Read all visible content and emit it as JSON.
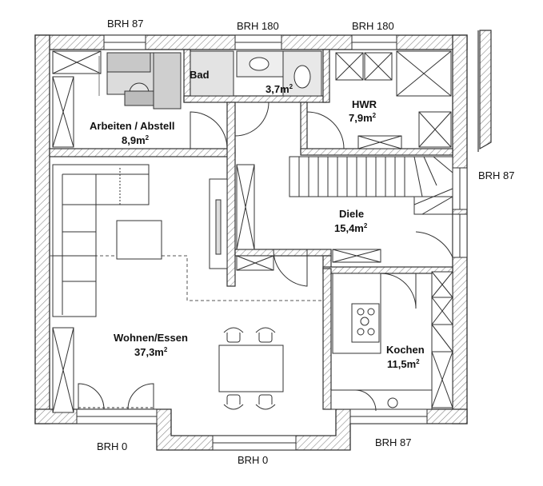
{
  "brh_labels": {
    "top_left": "BRH 87",
    "top_center": "BRH 180",
    "top_right": "BRH 180",
    "right": "BRH 87",
    "bottom_left": "BRH 0",
    "bottom_center": "BRH 0",
    "bottom_right": "BRH 87"
  },
  "rooms": {
    "bad": {
      "name": "Bad",
      "area_num": "3,7m",
      "sup": "2"
    },
    "hwr": {
      "name": "HWR",
      "area_num": "7,9m",
      "sup": "2"
    },
    "arbeiten": {
      "name": "Arbeiten / Abstell",
      "area_num": "8,9m",
      "sup": "2"
    },
    "diele": {
      "name": "Diele",
      "area_num": "15,4m",
      "sup": "2"
    },
    "wohnen": {
      "name": "Wohnen/Essen",
      "area_num": "37,3m",
      "sup": "2"
    },
    "kochen": {
      "name": "Kochen",
      "area_num": "11,5m",
      "sup": "2"
    }
  },
  "colors": {
    "wall_line": "#333333",
    "furniture": "#444444",
    "hatch": "#888888"
  }
}
